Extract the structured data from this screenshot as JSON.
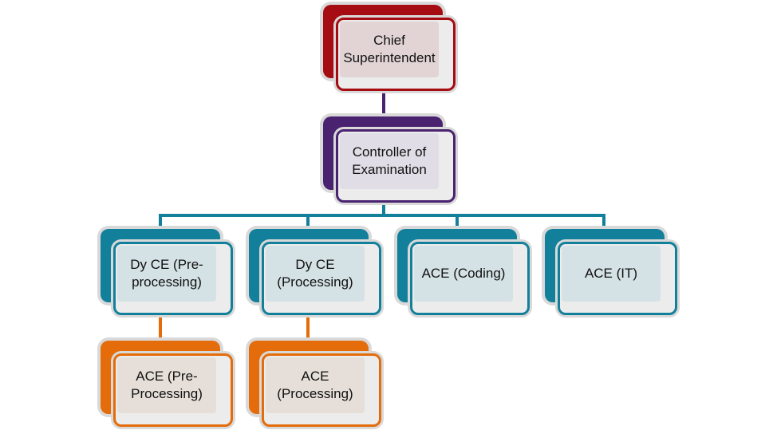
{
  "colors": {
    "red": "#a50d12",
    "purple": "#4a2370",
    "teal": "#13809b",
    "orange": "#e46c0a",
    "red_fill": "#e2d4d5",
    "purple_fill": "#e1dde6",
    "teal_fill": "#d5e2e5",
    "orange_fill": "#e6dfd9"
  },
  "nodes": {
    "chief": {
      "line1": "Chief",
      "line2": "Superintendent"
    },
    "controller": {
      "line1": "Controller of",
      "line2": "Examination"
    },
    "dyce_pre": {
      "line1": "Dy CE (Pre-",
      "line2": "processing)"
    },
    "dyce_proc": {
      "line1": "Dy CE",
      "line2": "(Processing)"
    },
    "ace_coding": {
      "line1": "ACE (Coding)"
    },
    "ace_it": {
      "line1": "ACE (IT)"
    },
    "ace_pre": {
      "line1": "ACE (Pre-",
      "line2": "Processing)"
    },
    "ace_proc": {
      "line1": "ACE",
      "line2": "(Processing)"
    }
  }
}
